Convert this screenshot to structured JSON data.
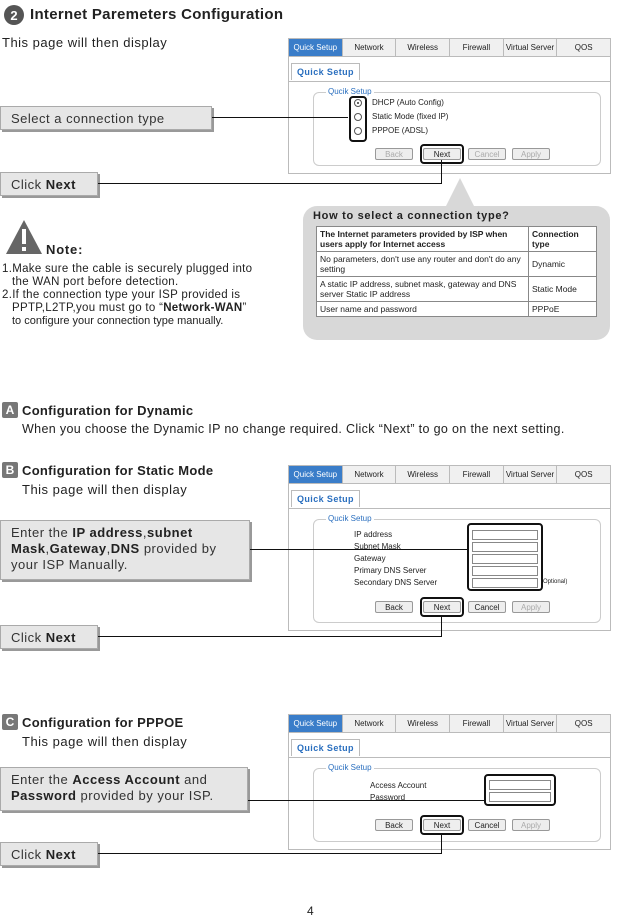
{
  "section2": {
    "number": "2",
    "title": "Internet Paremeters Configuration",
    "intro": "This page will then display"
  },
  "tabs": [
    "Quick Setup",
    "Network",
    "Wireless",
    "Firewall",
    "Virtual Server",
    "QOS"
  ],
  "sub_tab": "Quick Setup",
  "legend": "Qucik Setup",
  "buttons": {
    "back": "Back",
    "next": "Next",
    "cancel": "Cancel",
    "apply": "Apply"
  },
  "panel1": {
    "options": [
      "DHCP (Auto Config)",
      "Static Mode (fixed IP)",
      "PPPOE (ADSL)"
    ]
  },
  "callouts": {
    "select_type": "Select a connection type",
    "click": "Click ",
    "click_bold": "Next"
  },
  "note": {
    "title": "Note:",
    "line1": "1.Make sure the cable is securely plugged into",
    "line2": "the WAN port  before detection.",
    "line3": "2.If the connection type your ISP provided is",
    "line4_a": "PPTP,L2TP,you must go to “",
    "line4_b": "Network-WAN",
    "line4_c": "”",
    "line5": "to configure your connection type manually."
  },
  "howto": {
    "title": "How to select a connection type?",
    "col1": "The Internet parameters provided by ISP when users apply for Internet access",
    "col2": "Connection type",
    "rows": [
      {
        "desc": "No parameters, don't use any router and don't do any setting",
        "type": "Dynamic"
      },
      {
        "desc": "A static IP address, subnet mask, gateway and DNS server Static IP address",
        "type": "Static Mode"
      },
      {
        "desc": "User name and password",
        "type": "PPPoE"
      }
    ]
  },
  "sectionA": {
    "letter": "A",
    "title": "Configuration for Dynamic",
    "text": "When you choose the Dynamic IP no change required. Click “Next” to go on the next setting."
  },
  "sectionB": {
    "letter": "B",
    "title": "Configuration for Static Mode",
    "intro": "This page will then display",
    "callout_parts": [
      "Enter the ",
      "IP address",
      ",",
      "subnet Mask",
      ",",
      "Gateway",
      ",",
      "DNS",
      " provided by your ISP Manually."
    ],
    "fields": [
      "IP address",
      "Subnet Mask",
      "Gateway",
      "Primary DNS Server",
      "Secondary DNS Server"
    ],
    "optional": "(Optional)"
  },
  "sectionC": {
    "letter": "C",
    "title": "Configuration for PPPOE",
    "intro": "This page will then display",
    "callout_parts": [
      "Enter the ",
      "Access Account",
      " and ",
      "Password",
      " provided by your ISP."
    ],
    "fields": [
      "Access Account",
      "Password"
    ]
  },
  "page_number": "4"
}
